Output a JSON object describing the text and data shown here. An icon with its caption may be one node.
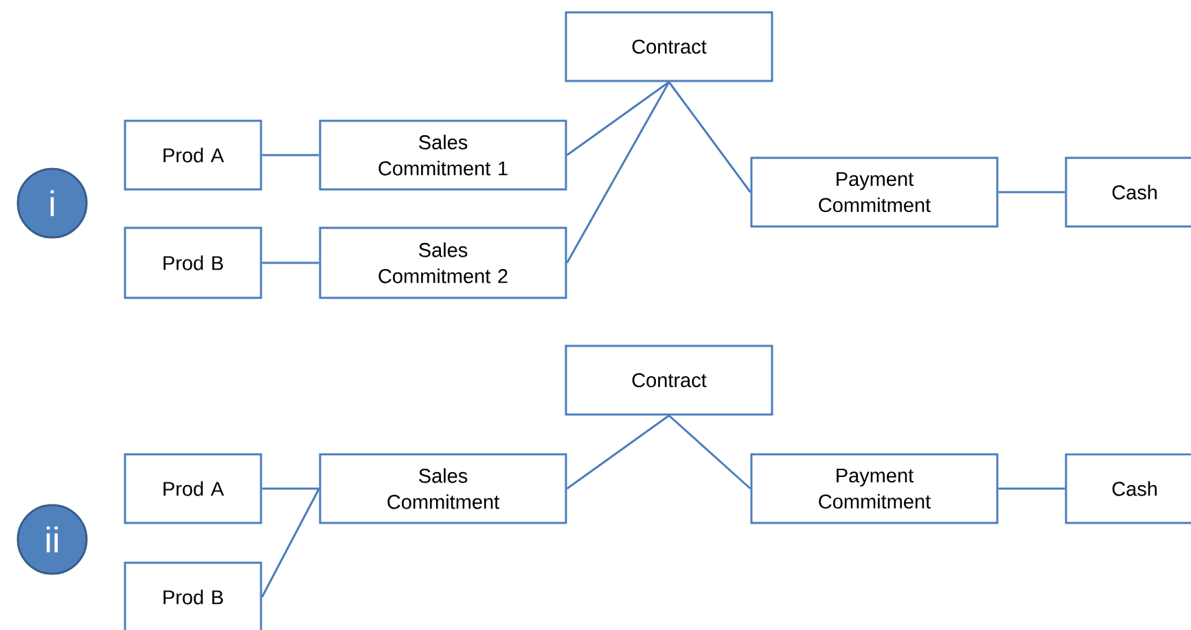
{
  "diagram": {
    "nodes": [
      {
        "text": [
          "i"
        ]
      },
      {
        "text": [
          "Contract"
        ]
      },
      {
        "text": [
          "Prod A"
        ]
      },
      {
        "text": [
          "Sales Commitment 1"
        ]
      },
      {
        "text": [
          "Payment Commitment"
        ]
      },
      {
        "text": [
          "Cash"
        ]
      },
      {
        "text": [
          "Prod B"
        ]
      },
      {
        "text": [
          "Sales Commitment 2"
        ]
      },
      {
        "text": [
          "ii"
        ]
      },
      {
        "text": [
          "Contract"
        ]
      },
      {
        "text": [
          "Prod A"
        ]
      },
      {
        "text": [
          "Sales Commitment"
        ]
      },
      {
        "text": [
          "Payment Commitment"
        ]
      },
      {
        "text": [
          "Cash"
        ]
      },
      {
        "text": [
          "Prod B"
        ]
      }
    ],
    "edges": [
      {
        "from": 2,
        "to": 3,
        "arrow": "none"
      },
      {
        "from": 3,
        "to": 1,
        "arrow": "none"
      },
      {
        "from": 7,
        "to": 1,
        "arrow": "none"
      },
      {
        "from": 1,
        "to": 4,
        "arrow": "none"
      },
      {
        "from": 4,
        "to": 5,
        "arrow": "none"
      },
      {
        "from": 6,
        "to": 7,
        "arrow": "none"
      },
      {
        "from": 10,
        "to": 11,
        "arrow": "none"
      },
      {
        "from": 14,
        "to": 11,
        "arrow": "none"
      },
      {
        "from": 11,
        "to": 9,
        "arrow": "none"
      },
      {
        "from": 9,
        "to": 12,
        "arrow": "none"
      },
      {
        "from": 12,
        "to": 13,
        "arrow": "none"
      }
    ]
  }
}
